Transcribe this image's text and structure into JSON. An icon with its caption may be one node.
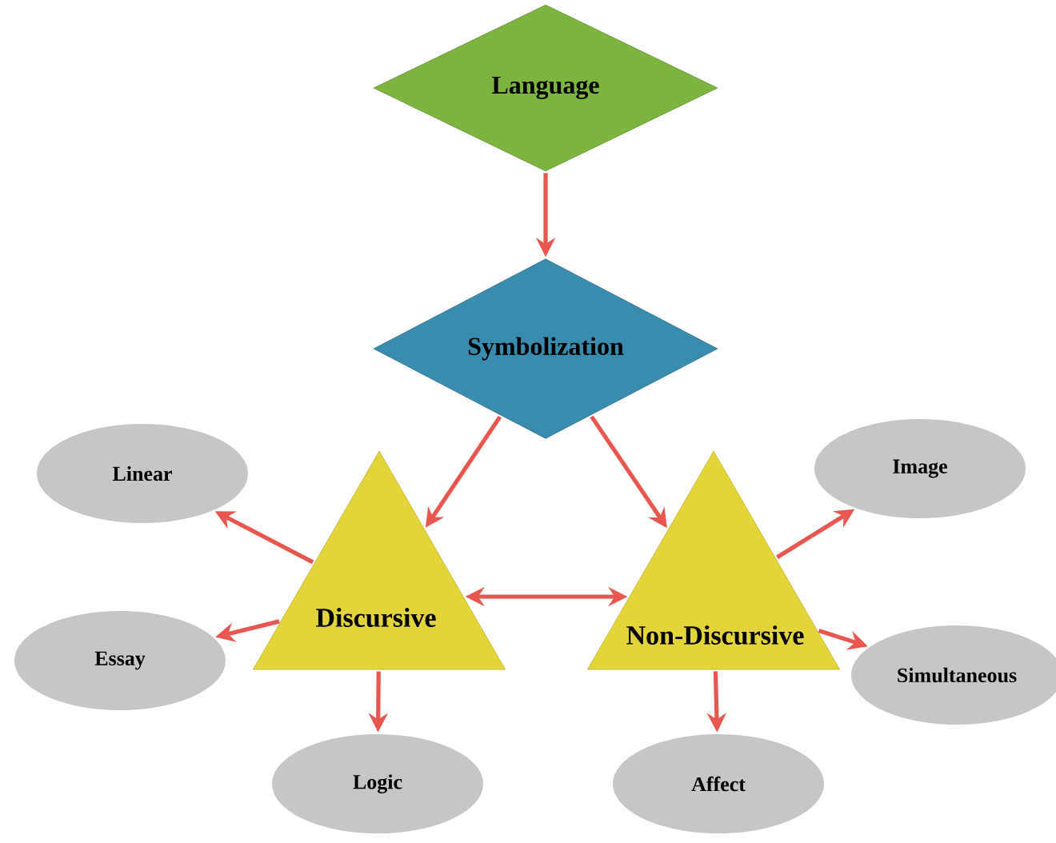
{
  "diagram": {
    "nodes": [
      {
        "text": [
          "Language"
        ]
      },
      {
        "text": [
          "Symbolization"
        ]
      },
      {
        "text": [
          "Linear"
        ]
      },
      {
        "text": [
          "Discursive"
        ]
      },
      {
        "text": [
          "Non-Discursive"
        ]
      },
      {
        "text": [
          "Image"
        ]
      },
      {
        "text": [
          "Essay"
        ]
      },
      {
        "text": [
          "Simultaneous"
        ]
      },
      {
        "text": [
          "Logic"
        ]
      },
      {
        "text": [
          "Affect"
        ]
      }
    ],
    "edges": [
      {
        "from": 0,
        "to": 1,
        "arrow": "to"
      },
      {
        "from": 1,
        "to": 3,
        "arrow": "to"
      },
      {
        "from": 1,
        "to": 4,
        "arrow": "to"
      },
      {
        "from": 3,
        "to": 2,
        "arrow": "to"
      },
      {
        "from": 3,
        "to": 4,
        "arrow": "both"
      },
      {
        "from": 4,
        "to": 5,
        "arrow": "to"
      },
      {
        "from": 3,
        "to": 6,
        "arrow": "to"
      },
      {
        "from": 4,
        "to": 7,
        "arrow": "to"
      },
      {
        "from": 3,
        "to": 8,
        "arrow": "to"
      },
      {
        "from": 4,
        "to": 9,
        "arrow": "to"
      }
    ]
  }
}
